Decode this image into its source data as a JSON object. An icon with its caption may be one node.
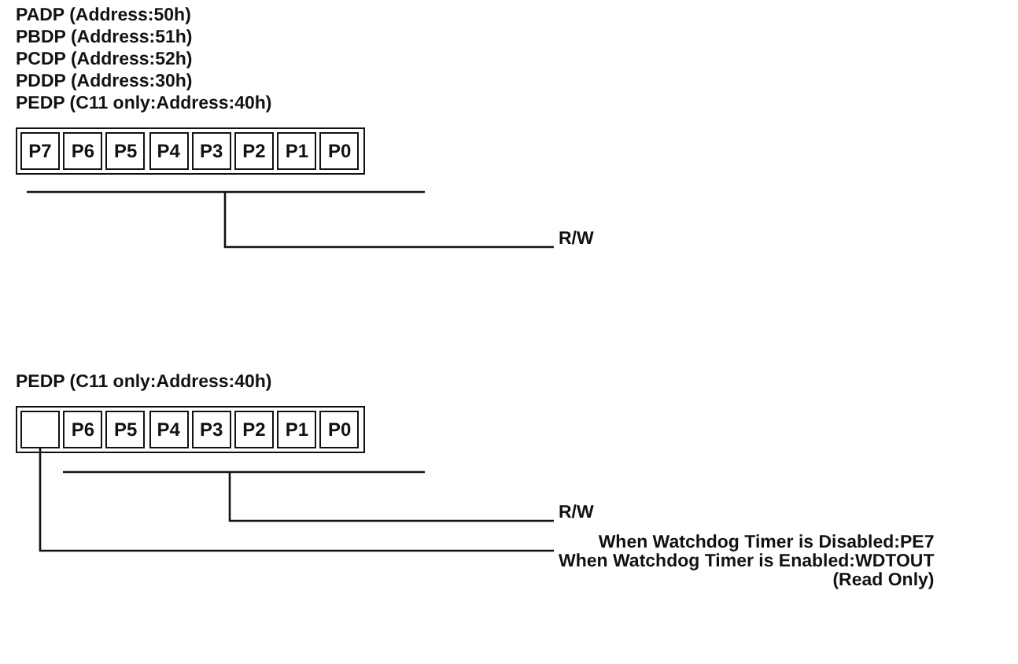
{
  "diagram": {
    "nodes": [
      {
        "text": [
          "P7"
        ]
      },
      {
        "text": [
          "P6"
        ]
      },
      {
        "text": [
          "P5"
        ]
      },
      {
        "text": [
          "P4"
        ]
      },
      {
        "text": [
          "P3"
        ]
      },
      {
        "text": [
          "P2"
        ]
      },
      {
        "text": [
          "P1"
        ]
      },
      {
        "text": [
          "P0"
        ]
      },
      {
        "text": [
          "R/W"
        ]
      },
      {
        "text": [],
        "shape": "box"
      },
      {
        "text": [
          "P6"
        ]
      },
      {
        "text": [
          "P5"
        ]
      },
      {
        "text": [
          "P4"
        ]
      },
      {
        "text": [
          "P3"
        ]
      },
      {
        "text": [
          "P2"
        ]
      },
      {
        "text": [
          "P1"
        ]
      },
      {
        "text": [
          "P0"
        ]
      },
      {
        "text": [
          "R/W"
        ]
      },
      {
        "text": [
          "When Watchdog Timer is Disabled:PE7",
          "When Watchdog Timer is Enabled:WDTOUT",
          "(Read Only)"
        ]
      }
    ],
    "edges": [
      {
        "from": 8,
        "to": null,
        "arrow": "none"
      },
      {
        "from": 17,
        "to": null,
        "arrow": "none"
      },
      {
        "from": 18,
        "to": 9,
        "arrow": "none"
      }
    ],
    "labels": [
      "PADP (Address:50h)",
      "PBDP (Address:51h)",
      "PCDP (Address:52h)",
      "PDDP (Address:30h)",
      "PEDP (C11 only:Address:40h)",
      "PEDP (C11 only:Address:40h)"
    ]
  }
}
